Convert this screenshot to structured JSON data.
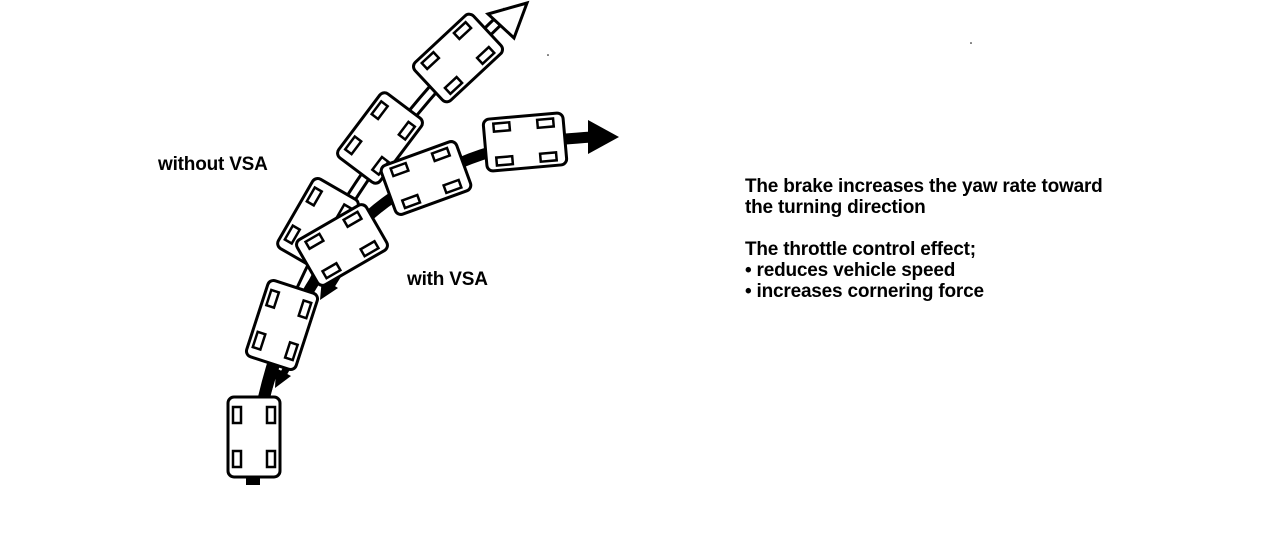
{
  "labels": {
    "without_vsa": "without VSA",
    "with_vsa": "with VSA"
  },
  "notes": {
    "brake_line1": "The brake increases the yaw rate toward",
    "brake_line2": "the turning direction",
    "throttle_heading": "The throttle control effect;",
    "throttle_item1": "• reduces vehicle speed",
    "throttle_item2": "• increases cornering force"
  },
  "colors": {
    "ink": "#000000",
    "background": "#ffffff"
  }
}
